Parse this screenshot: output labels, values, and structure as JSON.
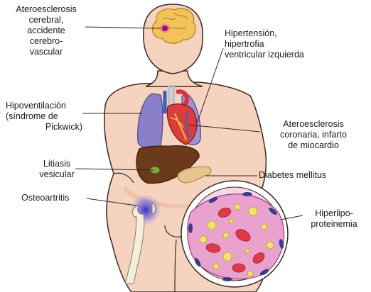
{
  "labels": {
    "ateroesclerosis_cerebral": [
      "Ateroesclerosis",
      "cerebral,",
      "accidente",
      "cerebro-",
      "vascular"
    ],
    "hipertension": [
      "Hipertensión,",
      "hipertrofia",
      "ventricular izquierda"
    ],
    "hipoventilacion": [
      "Hipoventilación",
      "(síndrome de",
      "Pickwick)"
    ],
    "ateroesclerosis_coronaria": [
      "Ateroesclerosis",
      "coronaria, infarto",
      "de miocardio"
    ],
    "litiasis": [
      "Litiasis",
      "vesicular"
    ],
    "diabetes": [
      "Diabetes mellitus"
    ],
    "osteoartritis": [
      "Osteoartritis"
    ],
    "hiperlipoproteinemia": [
      "Hiperlipo-",
      "proteinemia"
    ]
  },
  "colors": {
    "skin": "#f6d3bf",
    "skin_shadow": "#eab89f",
    "outline": "#3a2a22",
    "brain": "#f1c35a",
    "lung": "#8a7fc8",
    "liver": "#6b3a1a",
    "pancreas": "#e9c48e",
    "vessel_bg": "#f4c0dc",
    "red_cell": "#e03a4a",
    "lipid": "#f3e36a",
    "hotspot": "#4a3fd0"
  }
}
